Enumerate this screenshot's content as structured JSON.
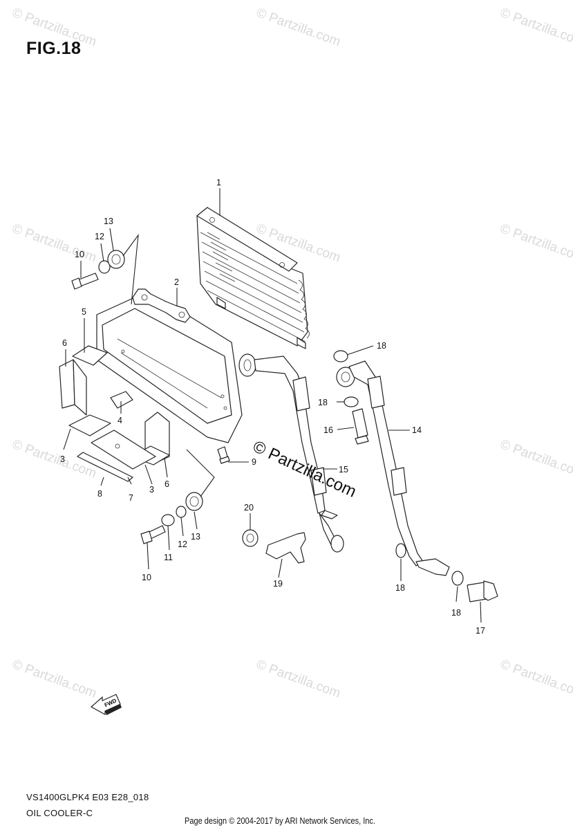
{
  "figure_title": "FIG.18",
  "model_code": "VS1400GLPK4 E03 E28_018",
  "diagram_name": "OIL COOLER-C",
  "page_credit": "Page design © 2004-2017 by ARI Network Services, Inc.",
  "watermark_text": "© Partzilla.com",
  "fwd_label": "FWD",
  "callouts": {
    "c1": "1",
    "c2": "2",
    "c3a": "3",
    "c3b": "3",
    "c4": "4",
    "c5": "5",
    "c6a": "6",
    "c6b": "6",
    "c7": "7",
    "c8": "8",
    "c9": "9",
    "c10a": "10",
    "c10b": "10",
    "c11": "11",
    "c12a": "12",
    "c12b": "12",
    "c13a": "13",
    "c13b": "13",
    "c14": "14",
    "c15": "15",
    "c16": "16",
    "c17": "17",
    "c18a": "18",
    "c18b": "18",
    "c18c": "18",
    "c18d": "18",
    "c19": "19",
    "c20": "20"
  }
}
